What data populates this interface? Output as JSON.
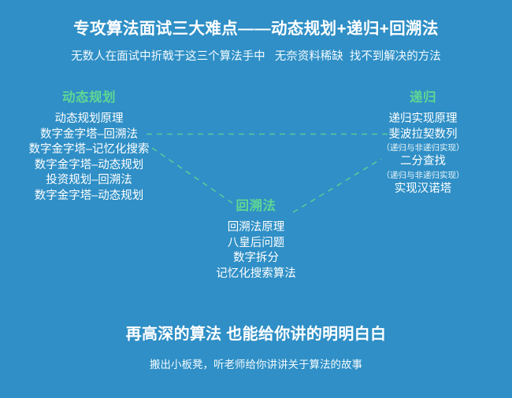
{
  "theme": {
    "background_color": "#2f8fc6",
    "text_color": "#ffffff",
    "accent_color": "#5fd694",
    "connector_color": "#5fd694"
  },
  "header": {
    "title": "专攻算法面试三大难点——动态规划+递归+回溯法",
    "subtitle": "无数人在面试中折戟于这三个算法手中   无奈资料稀缺  找不到解决的方法"
  },
  "columns": {
    "left": {
      "heading": "动态规划",
      "items": [
        {
          "text": "动态规划原理",
          "small": false
        },
        {
          "text": "数字金字塔–回溯法",
          "small": false
        },
        {
          "text": "数字金字塔–记忆化搜索",
          "small": false
        },
        {
          "text": "数字金字塔–动态规划",
          "small": false
        },
        {
          "text": "投资规划–回溯法",
          "small": false
        },
        {
          "text": "数字金字塔–动态规划",
          "small": false
        }
      ]
    },
    "right": {
      "heading": "递归",
      "items": [
        {
          "text": "递归实现原理",
          "small": false
        },
        {
          "text": "斐波拉契数列",
          "small": false
        },
        {
          "text": "（递归与非递归实现）",
          "small": true
        },
        {
          "text": "二分查找",
          "small": false
        },
        {
          "text": "（递归与非递归实现）",
          "small": true
        },
        {
          "text": "实现汉诺塔",
          "small": false
        }
      ]
    },
    "center": {
      "heading": "回溯法",
      "items": [
        {
          "text": "回溯法原理",
          "small": false
        },
        {
          "text": "八皇后问题",
          "small": false
        },
        {
          "text": "数字拆分",
          "small": false
        },
        {
          "text": "记忆化搜索算法",
          "small": false
        }
      ]
    }
  },
  "footer": {
    "main": "再高深的算法 也能给你讲的明明白白",
    "sub": "搬出小板凳，听老师给你讲讲关于算法的故事"
  }
}
